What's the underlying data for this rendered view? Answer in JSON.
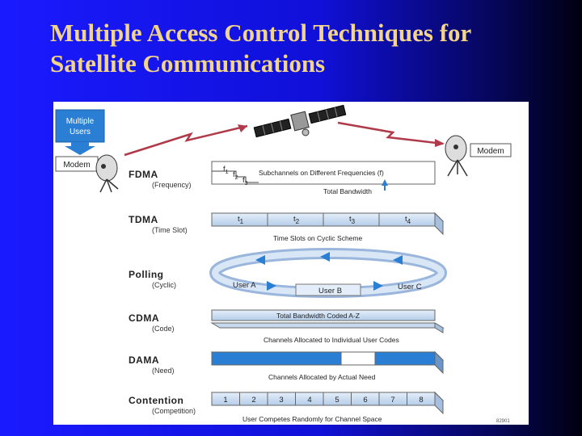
{
  "slide": {
    "title_line1": "Multiple Access Control Techniques for",
    "title_line2": "Satellite Communications"
  },
  "figure": {
    "multiple_users_line1": "Multiple",
    "multiple_users_line2": "Users",
    "modem_left": "Modem",
    "modem_right": "Modem",
    "techniques": [
      {
        "name": "FDMA",
        "sub": "(Frequency)"
      },
      {
        "name": "TDMA",
        "sub": "(Time Slot)"
      },
      {
        "name": "Polling",
        "sub": "(Cyclic)"
      },
      {
        "name": "CDMA",
        "sub": "(Code)"
      },
      {
        "name": "DAMA",
        "sub": "(Need)"
      },
      {
        "name": "Contention",
        "sub": "(Competition)"
      }
    ],
    "fdma": {
      "f1": "f",
      "f1_sub": "1",
      "f2": "f",
      "f2_sub": "2",
      "f3": "f",
      "f3_sub": "3",
      "caption": "Subchannels on Different Frequencies (f)",
      "bandwidth": "Total Bandwidth"
    },
    "tdma": {
      "slots": [
        {
          "t": "t",
          "sub": "1"
        },
        {
          "t": "t",
          "sub": "2"
        },
        {
          "t": "t",
          "sub": "3"
        },
        {
          "t": "t",
          "sub": "4"
        }
      ],
      "caption": "Time Slots on Cyclic Scheme"
    },
    "polling": {
      "user_a": "User A",
      "user_b": "User B",
      "user_c": "User C"
    },
    "cdma": {
      "bar_label": "Total Bandwidth Coded A-Z",
      "caption": "Channels Allocated to Individual User Codes"
    },
    "dama": {
      "caption": "Channels Allocated by Actual Need"
    },
    "contention": {
      "slots": [
        "1",
        "2",
        "3",
        "4",
        "5",
        "6",
        "7",
        "8"
      ],
      "caption": "User Competes Randomly for Channel Space"
    },
    "corner_code": "82901"
  },
  "colors": {
    "background": "#1212e6",
    "title": "#f2d48a",
    "band": "#2a7fd4",
    "bar_light": "#c9ddf2"
  }
}
